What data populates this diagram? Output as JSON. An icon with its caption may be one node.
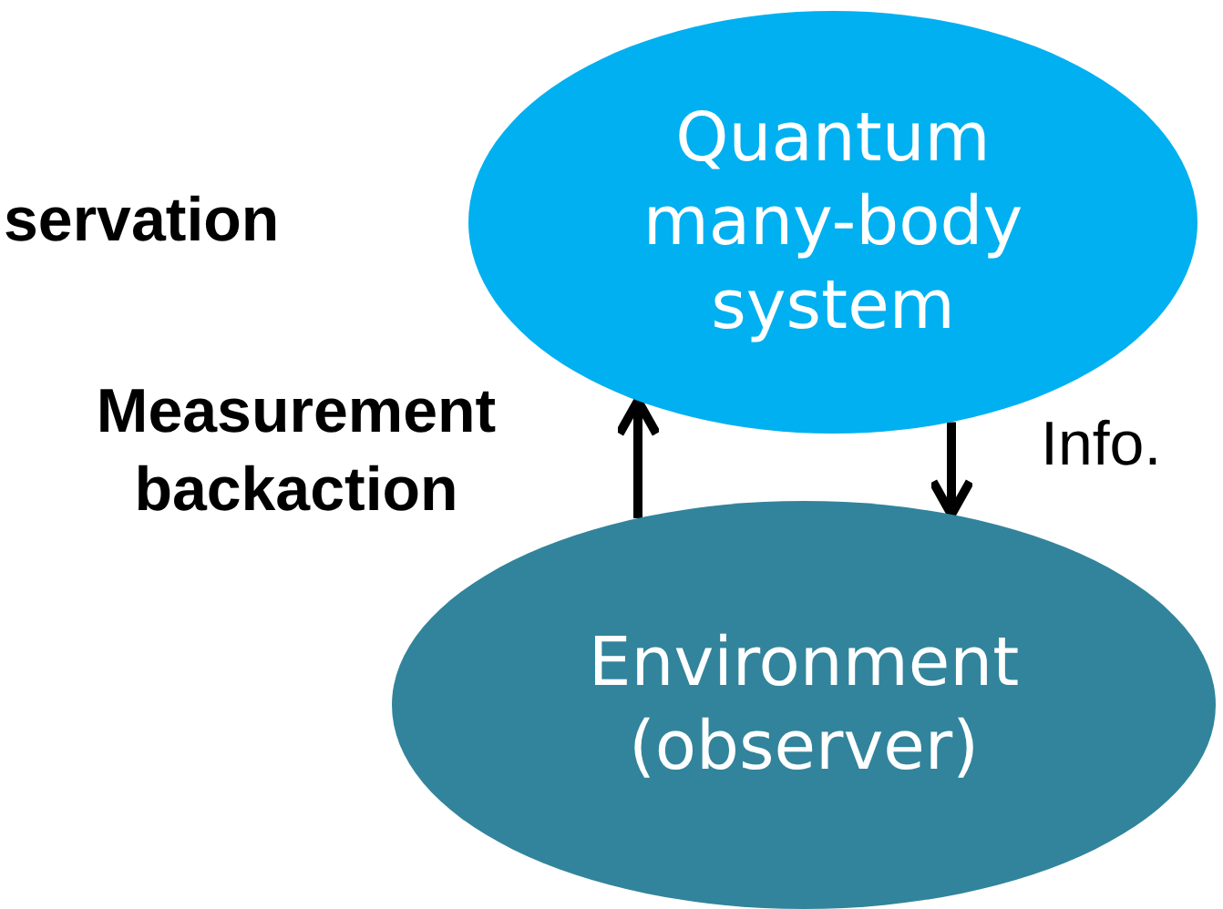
{
  "diagram": {
    "nodes": [
      {
        "text": [
          "Quantum many-body system"
        ]
      },
      {
        "text": [
          "Environment (observer)"
        ]
      }
    ],
    "edges": [
      {
        "from": 1,
        "to": 0,
        "arrow": "to",
        "label": "Measurement backaction"
      },
      {
        "from": 0,
        "to": 1,
        "arrow": "to",
        "label": "Info."
      }
    ],
    "labels": [
      "servation"
    ]
  }
}
